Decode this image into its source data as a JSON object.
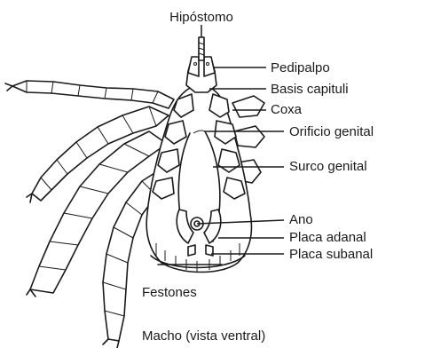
{
  "labels": {
    "hipostomo": "Hipóstomo",
    "pedipalpo": "Pedipalpo",
    "basis_capituli": "Basis capituli",
    "coxa": "Coxa",
    "orificio_genital": "Orificio genital",
    "surco_genital": "Surco genital",
    "ano": "Ano",
    "placa_adanal": "Placa adanal",
    "placa_subanal": "Placa subanal",
    "festones": "Festones",
    "caption": "Macho (vista ventral)"
  }
}
